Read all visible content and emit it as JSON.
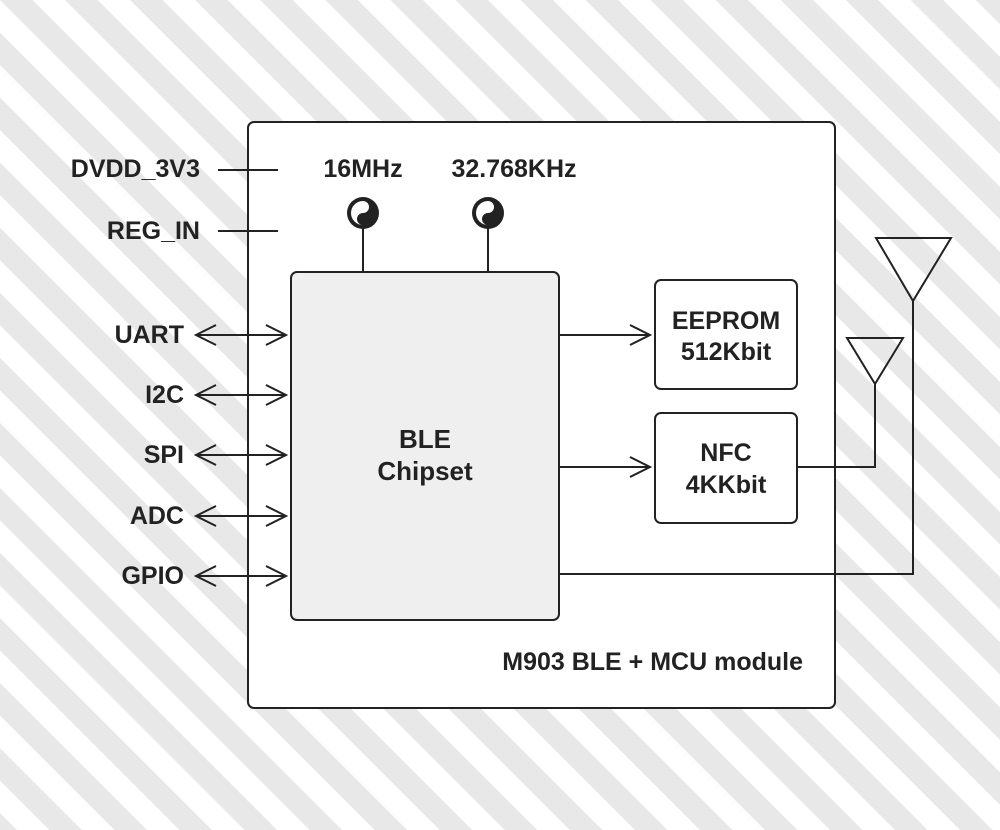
{
  "signals": {
    "dvdd": "DVDD_3V3",
    "reg_in": "REG_IN",
    "uart": "UART",
    "i2c": "I2C",
    "spi": "SPI",
    "adc": "ADC",
    "gpio": "GPIO"
  },
  "clocks": {
    "high": "16MHz",
    "low": "32.768KHz"
  },
  "chipset": {
    "line1": "BLE",
    "line2": "Chipset"
  },
  "eeprom": {
    "line1": "EEPROM",
    "line2": "512Kbit"
  },
  "nfc": {
    "line1": "NFC",
    "line2": "4KKbit"
  },
  "module_label": "M903 BLE + MCU module",
  "colors": {
    "stripe": "#e8e8e8",
    "ink": "#222222",
    "chip_fill": "#efefef",
    "module_fill": "#ffffff"
  }
}
